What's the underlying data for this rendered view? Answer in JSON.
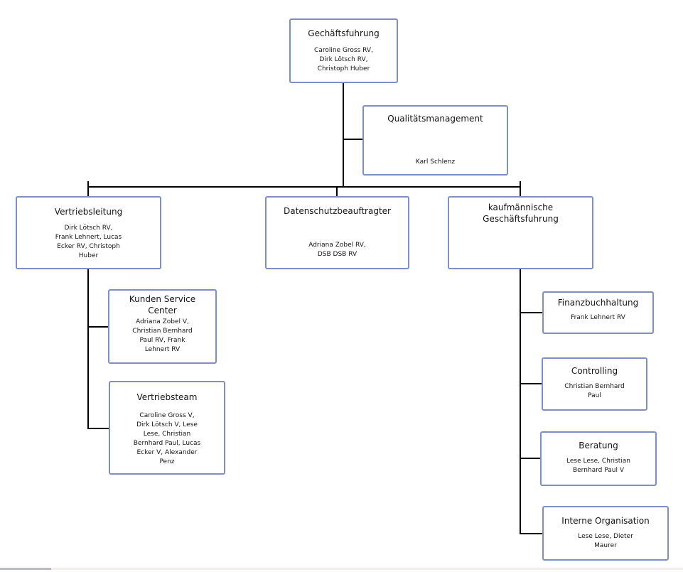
{
  "org_chart": {
    "type": "org-tree",
    "colors": {
      "node_border": "#7e90c3",
      "node_background": "#ffffff",
      "connector": "#000000",
      "scrollbar_thumb": "#b9bcbf",
      "scrollbar_track": "#f7eded"
    },
    "nodes": {
      "geschaeftsfuhrung": {
        "title": "Gechäftsfuhrung",
        "members": "Caroline Gross RV,\nDirk Lötsch RV,\nChristoph Huber"
      },
      "qualitaetsmanagement": {
        "title": "Qualitätsmanagement",
        "members": "Karl Schlenz"
      },
      "vertriebsleitung": {
        "title": "Vertriebsleitung",
        "members": "Dirk Lötsch RV,\nFrank Lehnert, Lucas\nEcker RV, Christoph\nHuber"
      },
      "datenschutzbeauftragter": {
        "title": "Datenschutzbeauftragter",
        "members": "Adriana Zobel RV,\nDSB DSB RV"
      },
      "kaufmaennische_geschaeftsfuhrung": {
        "title": "kaufmännische\nGeschäftsfuhrung",
        "members": ""
      },
      "kunden_service_center": {
        "title": "Kunden Service\nCenter",
        "members": "Adriana Zobel V,\nChristian Bernhard\nPaul RV, Frank\nLehnert RV"
      },
      "vertriebsteam": {
        "title": "Vertriebsteam",
        "members": "Caroline Gross V,\nDirk Lötsch V, Lese\nLese, Christian\nBernhard Paul, Lucas\nEcker V, Alexander\nPenz"
      },
      "finanzbuchhaltung": {
        "title": "Finanzbuchhaltung",
        "members": "Frank Lehnert RV"
      },
      "controlling": {
        "title": "Controlling",
        "members": "Christian Bernhard\nPaul"
      },
      "beratung": {
        "title": "Beratung",
        "members": "Lese Lese, Christian\nBernhard Paul V"
      },
      "interne_organisation": {
        "title": "Interne Organisation",
        "members": "Lese Lese, Dieter\nMaurer"
      }
    }
  }
}
